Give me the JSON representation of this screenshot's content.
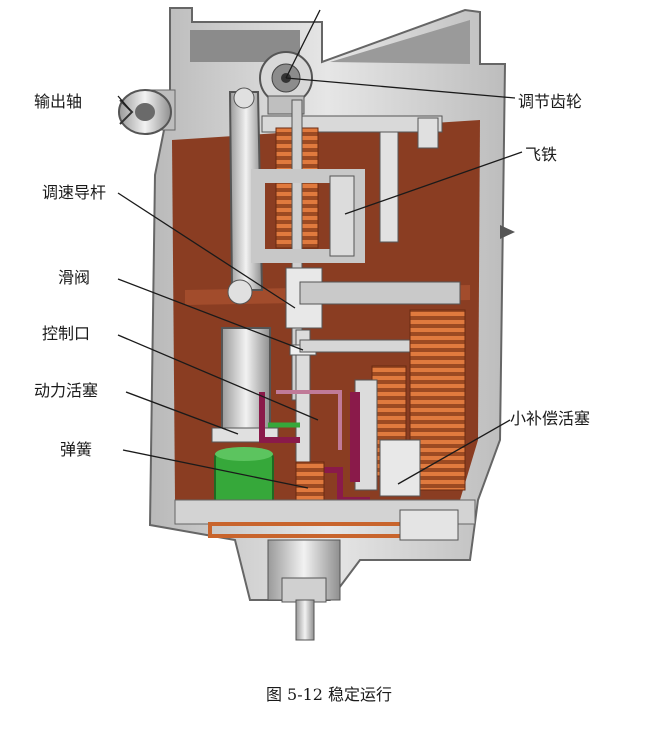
{
  "labels": {
    "output_shaft": "输出轴",
    "speed_rod": "调速导杆",
    "slide_valve": "滑阀",
    "control_port": "控制口",
    "power_piston": "动力活塞",
    "spring": "弹簧",
    "adjust_gear": "调节齿轮",
    "flyweight": "飞铁",
    "comp_piston": "小补偿活塞"
  },
  "caption": "图 5-12  稳定运行",
  "colors": {
    "casing": "#cfcfcf",
    "oil": "#8a3d22",
    "spring": "#c8642c",
    "green": "#36a83a",
    "magenta": "#8a1a4a",
    "dark": "#3a3a3a"
  }
}
